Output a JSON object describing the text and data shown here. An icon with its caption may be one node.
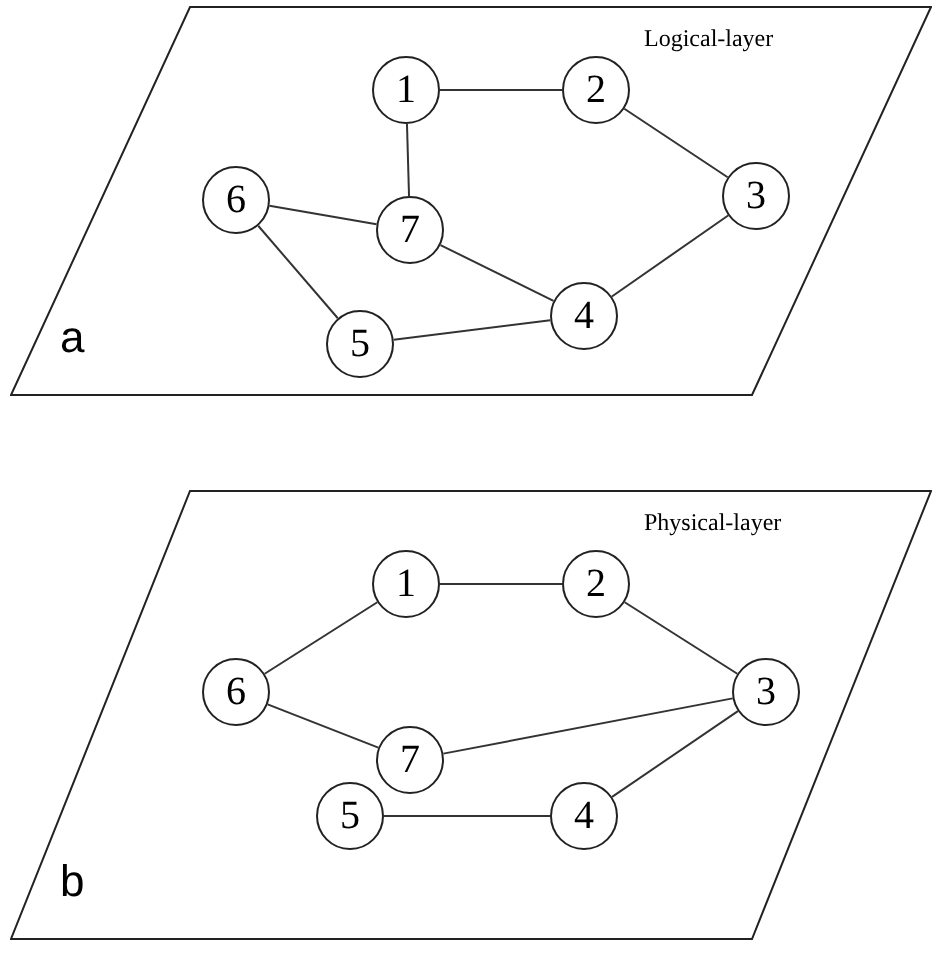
{
  "diagram": {
    "nodes": [
      {
        "text": [
          "Logical-layer",
          "a"
        ]
      },
      {
        "text": [
          "1"
        ],
        "in": 0
      },
      {
        "text": [
          "2"
        ],
        "in": 0
      },
      {
        "text": [
          "3"
        ],
        "in": 0
      },
      {
        "text": [
          "4"
        ],
        "in": 0
      },
      {
        "text": [
          "5"
        ],
        "in": 0
      },
      {
        "text": [
          "6"
        ],
        "in": 0
      },
      {
        "text": [
          "7"
        ],
        "in": 0
      },
      {
        "text": [
          "Physical-layer",
          "b"
        ]
      },
      {
        "text": [
          "1"
        ],
        "in": 8
      },
      {
        "text": [
          "2"
        ],
        "in": 8
      },
      {
        "text": [
          "3"
        ],
        "in": 8
      },
      {
        "text": [
          "4"
        ],
        "in": 8
      },
      {
        "text": [
          "5"
        ],
        "in": 8
      },
      {
        "text": [
          "6"
        ],
        "in": 8
      },
      {
        "text": [
          "7"
        ],
        "in": 8
      }
    ],
    "edges": [
      {
        "from": 1,
        "to": 2,
        "arrow": "none"
      },
      {
        "from": 2,
        "to": 3,
        "arrow": "none"
      },
      {
        "from": 3,
        "to": 4,
        "arrow": "none"
      },
      {
        "from": 4,
        "to": 5,
        "arrow": "none"
      },
      {
        "from": 5,
        "to": 6,
        "arrow": "none"
      },
      {
        "from": 6,
        "to": 7,
        "arrow": "none"
      },
      {
        "from": 7,
        "to": 1,
        "arrow": "none"
      },
      {
        "from": 7,
        "to": 4,
        "arrow": "none"
      },
      {
        "from": 9,
        "to": 10,
        "arrow": "none"
      },
      {
        "from": 10,
        "to": 11,
        "arrow": "none"
      },
      {
        "from": 11,
        "to": 12,
        "arrow": "none"
      },
      {
        "from": 12,
        "to": 13,
        "arrow": "none"
      },
      {
        "from": 14,
        "to": 9,
        "arrow": "none"
      },
      {
        "from": 14,
        "to": 15,
        "arrow": "none"
      },
      {
        "from": 15,
        "to": 11,
        "arrow": "none"
      }
    ]
  }
}
